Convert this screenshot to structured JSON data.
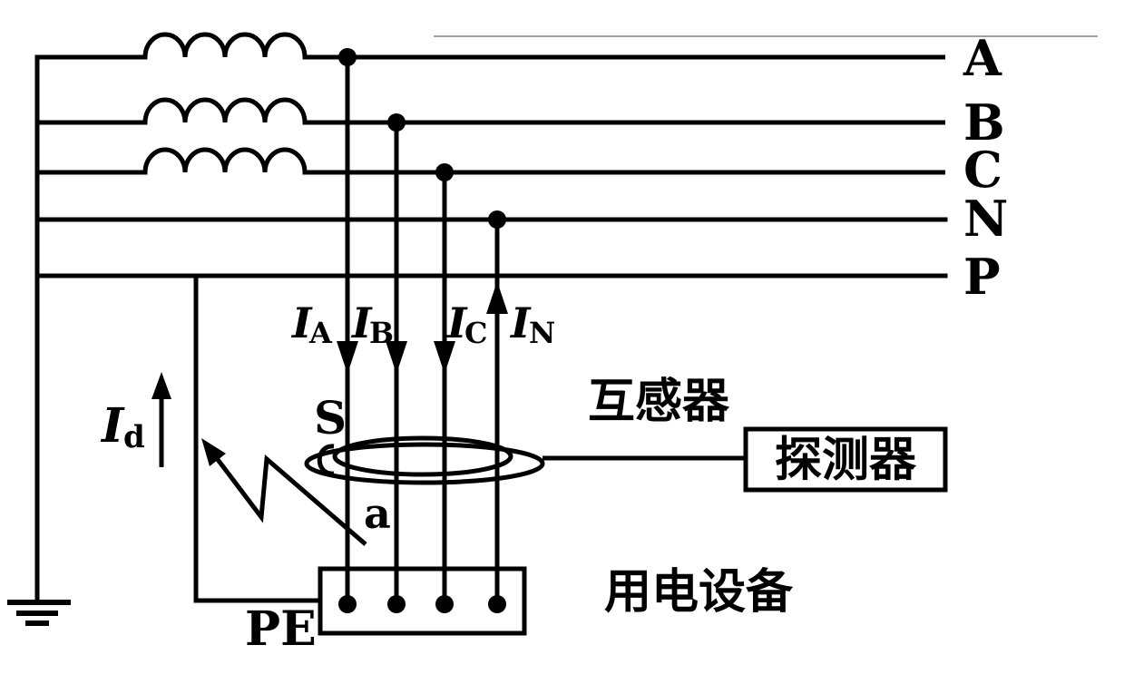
{
  "buses": [
    {
      "label": "A"
    },
    {
      "label": "B"
    },
    {
      "label": "C"
    },
    {
      "label": "N"
    },
    {
      "label": "P"
    }
  ],
  "currents": {
    "ia": {
      "base": "I",
      "sub": "A"
    },
    "ib": {
      "base": "I",
      "sub": "B"
    },
    "ic": {
      "base": "I",
      "sub": "C"
    },
    "in": {
      "base": "I",
      "sub": "N"
    },
    "id": {
      "base": "I",
      "sub": "d"
    }
  },
  "ct": {
    "label": "互感器",
    "terminal_s": "S",
    "fault_point": "a"
  },
  "detector": {
    "label": "探测器"
  },
  "load": {
    "label": "用电设备"
  },
  "pe": {
    "label": "PE"
  },
  "colors": {
    "wire": "#000000",
    "bg": "#ffffff",
    "faint": "#a0a0a0"
  }
}
